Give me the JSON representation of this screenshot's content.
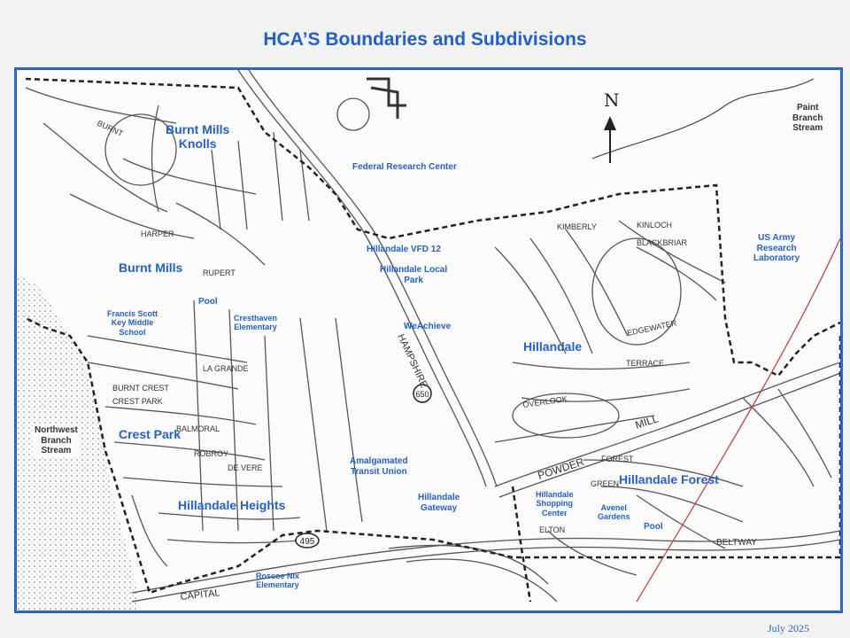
{
  "page": {
    "title": "HCA’S  Boundaries and Subdivisions",
    "date": "July 2025"
  },
  "map": {
    "north_label": "N",
    "colors": {
      "frame": "#2b63d0",
      "label": "#2060d8",
      "boundary": "#222222",
      "red_line": "#d04040"
    },
    "subdivisions": {
      "burnt_mills_knolls": [
        "Burnt Mills",
        "Knolls"
      ],
      "burnt_mills": "Burnt Mills",
      "crest_park": "Crest Park",
      "hillandale_heights": "Hillandale Heights",
      "hillandale": "Hillandale",
      "hillandale_forest": "Hillandale Forest"
    },
    "places": {
      "federal_research_center": "Federal Research Center",
      "hillandale_vfd": "Hillandale VFD 12",
      "hillandale_local_park": [
        "Hillandale Local",
        "Park"
      ],
      "weachieve": "WeAchieve",
      "pool_1": "Pool",
      "pool_2": "Pool",
      "francis_scott_key": [
        "Francis Scott",
        "Key Middle",
        "School"
      ],
      "cresthaven_elementary": [
        "Cresthaven",
        "Elementary"
      ],
      "amalgamated_transit_union": [
        "Amalgamated",
        "Transit Union"
      ],
      "hillandale_gateway": [
        "Hillandale",
        "Gateway"
      ],
      "hillandale_shopping_center": [
        "Hillandale",
        "Shopping",
        "Center"
      ],
      "avenel_gardens": [
        "Avenel",
        "Gardens"
      ],
      "roscoe_nix": [
        "Roscoe Nix",
        "Elementary"
      ],
      "us_army_research_laboratory": [
        "US Army",
        "Research",
        "Laboratory"
      ]
    },
    "streams": {
      "paint_branch": [
        "Paint",
        "Branch",
        "Stream"
      ],
      "northwest_branch": [
        "Northwest",
        "Branch",
        "Stream"
      ]
    },
    "street_labels": {
      "powder_mill": "POWDER",
      "mill": "MILL",
      "capital": "CAPITAL",
      "beltway": "BELTWAY",
      "hampshire": "HAMPSHIRE",
      "la_grande": "LA GRANDE",
      "crest_park_dr": "CREST PARK",
      "burnt_crest": "BURNT CREST",
      "de_vere": "DE VERE",
      "robroy": "ROBROY",
      "balmoral": "BALMORAL",
      "overlook": "OVERLOOK",
      "edgewater": "EDGEWATER",
      "terrace": "TERRACE",
      "kinloch": "KINLOCH",
      "blackbriar": "BLACKBRIAR",
      "kimberly": "KIMBERLY",
      "forest": "FOREST",
      "green": "GREEN",
      "elton": "ELTON",
      "rupert": "RUPERT",
      "harper": "HARPER",
      "burnt_mills_ave": "BURNT",
      "hwy_495": "495",
      "hwy_650": "650"
    }
  }
}
